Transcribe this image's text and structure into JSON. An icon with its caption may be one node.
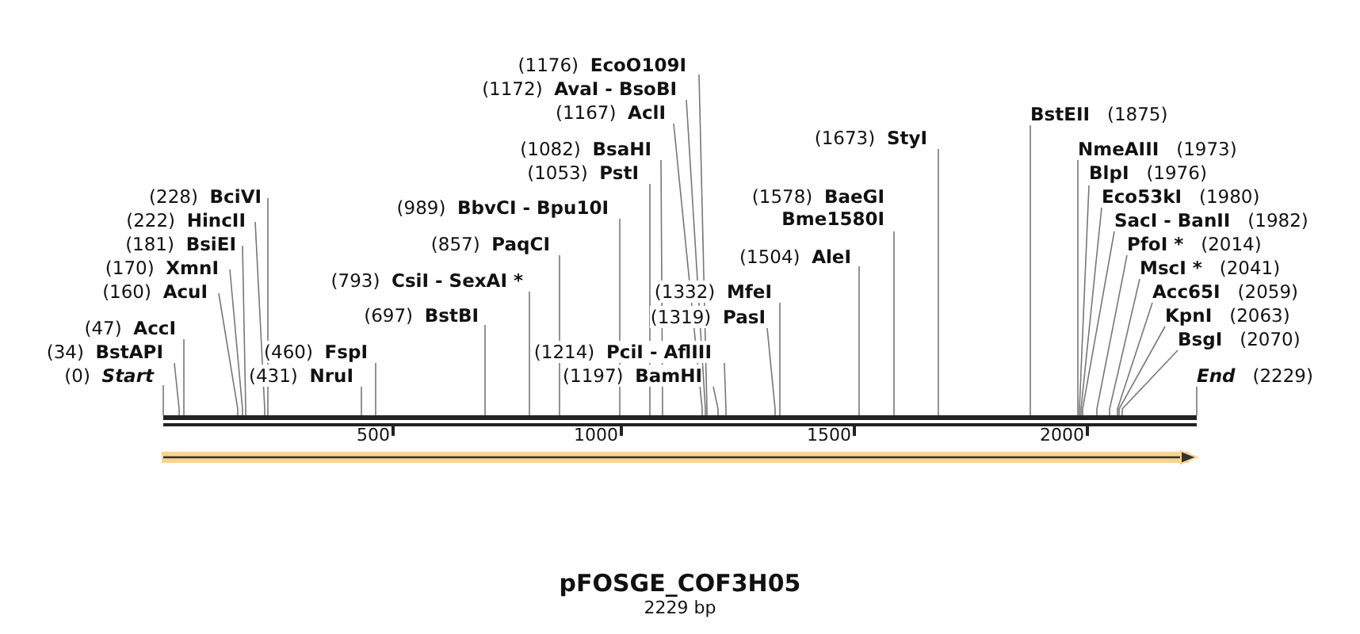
{
  "diagram": {
    "title": "pFOSGE_COF3H05",
    "caption": "2229 bp",
    "nodes": [
      {
        "text": [
          "(0)",
          "Start"
        ]
      },
      {
        "text": [
          "(34)",
          "BstAPI"
        ]
      },
      {
        "text": [
          "(47)",
          "AccI"
        ]
      },
      {
        "text": [
          "(160)",
          "AcuI"
        ]
      },
      {
        "text": [
          "(170)",
          "XmnI"
        ]
      },
      {
        "text": [
          "(181)",
          "BsiEI"
        ]
      },
      {
        "text": [
          "(222)",
          "HincII"
        ]
      },
      {
        "text": [
          "(228)",
          "BciVI"
        ]
      },
      {
        "text": [
          "(431)",
          "NruI"
        ]
      },
      {
        "text": [
          "(460)",
          "FspI"
        ]
      },
      {
        "text": [
          "(697)",
          "BstBI"
        ]
      },
      {
        "text": [
          "(793)",
          "CsiI - SexAI *"
        ]
      },
      {
        "text": [
          "(857)",
          "PaqCI"
        ]
      },
      {
        "text": [
          "(989)",
          "**BbvCI** - **Bpu10I**"
        ]
      },
      {
        "text": [
          "(1053)",
          "PstI"
        ]
      },
      {
        "text": [
          "(1082)",
          "BsaHI"
        ]
      },
      {
        "text": [
          "(1167)",
          "AclI"
        ]
      },
      {
        "text": [
          "(1172)",
          "**AvaI** - **BsoBI**"
        ]
      },
      {
        "text": [
          "(1176)",
          "EcoO109I"
        ]
      },
      {
        "text": [
          "(1197)",
          "BamHI"
        ]
      },
      {
        "text": [
          "(1214)",
          "**PciI** - **AflIII**"
        ]
      },
      {
        "text": [
          "(1319)",
          "PasI"
        ]
      },
      {
        "text": [
          "(1332)",
          "MfeI"
        ]
      },
      {
        "text": [
          "(1504)",
          "AleI"
        ]
      },
      {
        "text": [
          "(1578)",
          "BaeGI",
          "Bme1580I"
        ]
      },
      {
        "text": [
          "(1673)",
          "StyI"
        ]
      },
      {
        "text": [
          "BstEII",
          "(1875)"
        ]
      },
      {
        "text": [
          "NmeAIII",
          "(1973)"
        ]
      },
      {
        "text": [
          "BlpI",
          "(1976)"
        ]
      },
      {
        "text": [
          "Eco53kI",
          "(1980)"
        ]
      },
      {
        "text": [
          "**SacI** - **BanII**",
          "(1982)"
        ]
      },
      {
        "text": [
          "PfoI *",
          "(2014)"
        ]
      },
      {
        "text": [
          "MscI *",
          "(2041)"
        ]
      },
      {
        "text": [
          "Acc65I",
          "(2059)"
        ]
      },
      {
        "text": [
          "KpnI",
          "(2063)"
        ]
      },
      {
        "text": [
          "BsgI",
          "(2070)"
        ]
      },
      {
        "text": [
          "End",
          "(2229)"
        ]
      },
      {
        "text": [],
        "shape": "bar"
      }
    ],
    "edges": [
      {
        "from": 0,
        "to": 37,
        "arrow": "none"
      },
      {
        "from": 1,
        "to": 37,
        "arrow": "none"
      },
      {
        "from": 2,
        "to": 37,
        "arrow": "none"
      },
      {
        "from": 3,
        "to": 37,
        "arrow": "none"
      },
      {
        "from": 4,
        "to": 37,
        "arrow": "none"
      },
      {
        "from": 5,
        "to": 37,
        "arrow": "none"
      },
      {
        "from": 6,
        "to": 37,
        "arrow": "none"
      },
      {
        "from": 7,
        "to": 37,
        "arrow": "none"
      },
      {
        "from": 8,
        "to": 37,
        "arrow": "none"
      },
      {
        "from": 9,
        "to": 37,
        "arrow": "none"
      },
      {
        "from": 10,
        "to": 37,
        "arrow": "none"
      },
      {
        "from": 11,
        "to": 37,
        "arrow": "none"
      },
      {
        "from": 12,
        "to": 37,
        "arrow": "none"
      },
      {
        "from": 13,
        "to": 37,
        "arrow": "none"
      },
      {
        "from": 14,
        "to": 37,
        "arrow": "none"
      },
      {
        "from": 15,
        "to": 37,
        "arrow": "none"
      },
      {
        "from": 16,
        "to": 37,
        "arrow": "none"
      },
      {
        "from": 17,
        "to": 37,
        "arrow": "none"
      },
      {
        "from": 18,
        "to": 37,
        "arrow": "none"
      },
      {
        "from": 19,
        "to": 37,
        "arrow": "none"
      },
      {
        "from": 20,
        "to": 37,
        "arrow": "none"
      },
      {
        "from": 21,
        "to": 37,
        "arrow": "none"
      },
      {
        "from": 22,
        "to": 37,
        "arrow": "none"
      },
      {
        "from": 23,
        "to": 37,
        "arrow": "none"
      },
      {
        "from": 24,
        "to": 37,
        "arrow": "none"
      },
      {
        "from": 25,
        "to": 37,
        "arrow": "none"
      },
      {
        "from": 26,
        "to": 37,
        "arrow": "none"
      },
      {
        "from": 27,
        "to": 37,
        "arrow": "none"
      },
      {
        "from": 28,
        "to": 37,
        "arrow": "none"
      },
      {
        "from": 29,
        "to": 37,
        "arrow": "none"
      },
      {
        "from": 30,
        "to": 37,
        "arrow": "none"
      },
      {
        "from": 31,
        "to": 37,
        "arrow": "none"
      },
      {
        "from": 32,
        "to": 37,
        "arrow": "none"
      },
      {
        "from": 33,
        "to": 37,
        "arrow": "none"
      },
      {
        "from": 34,
        "to": 37,
        "arrow": "none"
      },
      {
        "from": 35,
        "to": 37,
        "arrow": "none"
      },
      {
        "from": 36,
        "to": 37,
        "arrow": "none"
      }
    ],
    "labels": [
      "500",
      "1000",
      "1500",
      "2000"
    ]
  }
}
